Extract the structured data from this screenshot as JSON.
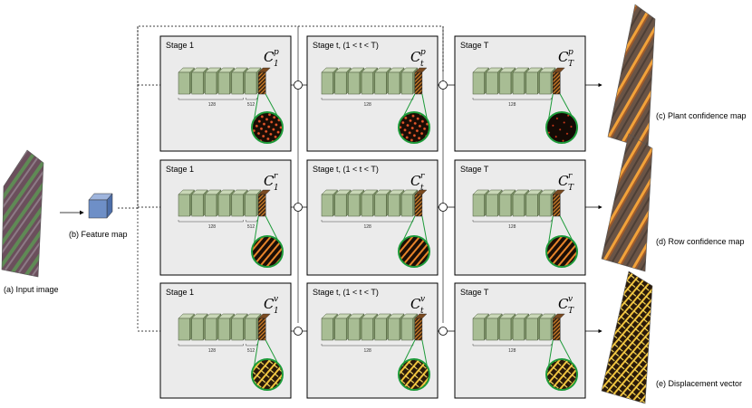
{
  "input_label": "(a) Input image",
  "feature_label": "(b) Feature map",
  "outputs": [
    {
      "label": "(c) Plant confidence map"
    },
    {
      "label": "(d) Row confidence map"
    },
    {
      "label": "(e) Displacement  vector"
    }
  ],
  "stage_titles": [
    "Stage 1",
    "Stage t, (1 < t < T)",
    "Stage T"
  ],
  "rows": [
    {
      "c_sup": "p",
      "c_subs": [
        "1",
        "t",
        "T"
      ]
    },
    {
      "c_sup": "r",
      "c_subs": [
        "1",
        "t",
        "T"
      ]
    },
    {
      "c_sup": "v",
      "c_subs": [
        "1",
        "t",
        "T"
      ]
    }
  ],
  "c_symbol": "C",
  "dim_labels": {
    "a": "128",
    "b": "512"
  },
  "colors": {
    "block_face": "#a8bd94",
    "block_top": "#c9d7b7",
    "block_side": "#7e9468",
    "stage_bg": "#ebebeb",
    "zoom_border": "#1e9b3a",
    "feature_cube": "#6e8fc7"
  }
}
